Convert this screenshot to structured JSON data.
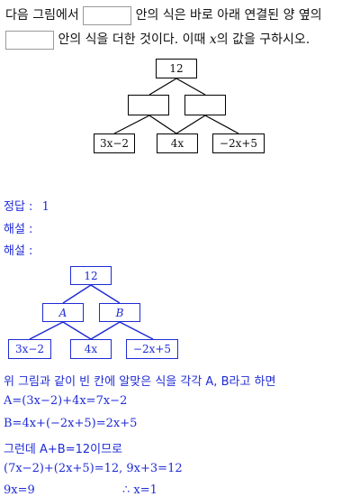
{
  "question": {
    "line1_a": "다음 그림에서",
    "line1_b": "안의 식은 바로 아래 연결된 양 옆의",
    "line2_b": "안의 식을 더한 것이다. 이때",
    "var_x": "x",
    "line2_c": "의 값을 구하시오."
  },
  "diagram": {
    "top": "12",
    "mid_left": "",
    "mid_right": "",
    "bottom": [
      "3x−2",
      "4x",
      "−2x+5"
    ]
  },
  "answer": {
    "label": "정답 :",
    "value": "1"
  },
  "explanation": {
    "label1": "해설 :",
    "label2": "해설 :",
    "diagram": {
      "top": "12",
      "mid_left": "A",
      "mid_right": "B",
      "bottom": [
        "3x−2",
        "4x",
        "−2x+5"
      ]
    },
    "line1": "위 그림과 같이 빈 칸에 알맞은 식을 각각 A, B라고 하면",
    "line2": "A=(3x−2)+4x=7x−2",
    "line3": "B=4x+(−2x+5)=2x+5",
    "line4": "그런데 A+B=12이므로",
    "line5": "(7x−2)+(2x+5)=12,  9x+3=12",
    "line6a": "9x=9",
    "line6b": "∴  x=1"
  },
  "colors": {
    "solution_blue": "#1f2bd6"
  }
}
